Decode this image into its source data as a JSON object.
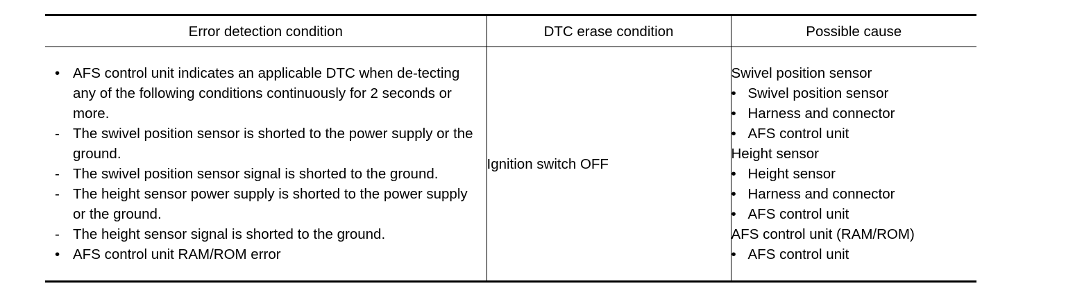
{
  "table": {
    "headers": {
      "error_detection": "Error detection condition",
      "dtc_erase": "DTC erase condition",
      "possible_cause": "Possible cause"
    },
    "error_detection_items": [
      {
        "marker": "•",
        "text": "AFS control unit indicates an applicable DTC when de-­tecting any of the following conditions continuously for 2 seconds or more."
      },
      {
        "marker": "-",
        "text": "The swivel position sensor is shorted to the power supply or the ground."
      },
      {
        "marker": "-",
        "text": "The swivel position sensor signal is shorted to the ground."
      },
      {
        "marker": "-",
        "text": "The height sensor power supply is shorted to the power supply or the ground."
      },
      {
        "marker": "-",
        "text": "The height sensor signal is shorted to the ground."
      },
      {
        "marker": "•",
        "text": "AFS control unit RAM/ROM error"
      }
    ],
    "dtc_erase_condition": "Ignition switch OFF",
    "possible_cause_groups": [
      {
        "title": "Swivel position sensor",
        "items": [
          "Swivel position sensor",
          "Harness and connector",
          "AFS control unit"
        ]
      },
      {
        "title": "Height sensor",
        "items": [
          "Height sensor",
          "Harness and connector",
          "AFS control unit"
        ]
      },
      {
        "title": "AFS control unit (RAM/ROM)",
        "items": [
          "AFS control unit"
        ]
      }
    ]
  }
}
